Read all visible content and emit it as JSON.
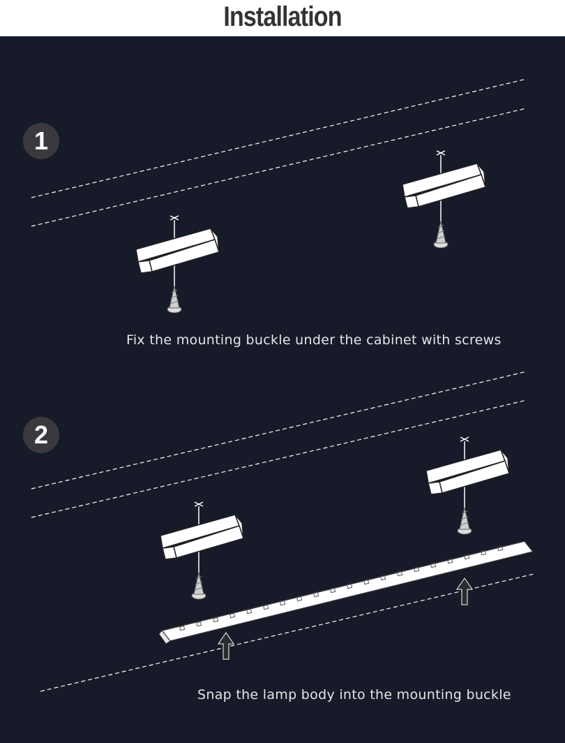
{
  "title": "Installation",
  "steps": [
    {
      "number": "1",
      "caption": "Fix the mounting buckle under the cabinet with screws"
    },
    {
      "number": "2",
      "caption": "Snap the lamp body into the mounting buckle"
    }
  ],
  "colors": {
    "background": "#161a29",
    "title": "#333333",
    "badge": "#3a3a3e",
    "line": "#ffffff"
  }
}
